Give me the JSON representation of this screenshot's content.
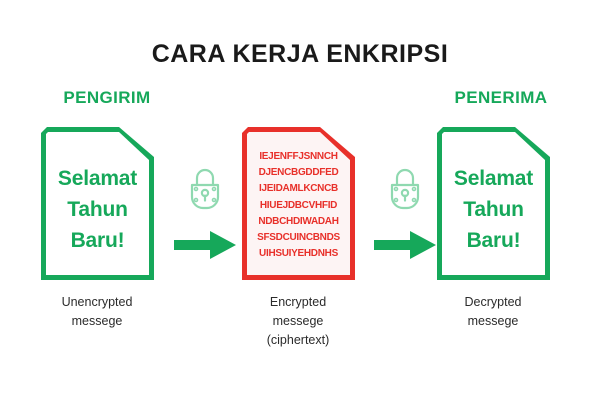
{
  "infographic": {
    "title": "CARA KERJA ENKRIPSI",
    "background_color": "#ffffff",
    "accent_green": "#16a85a",
    "accent_red": "#e8302a",
    "title_color": "#1a1a1a",
    "caption_color": "#2b2b2b"
  },
  "columns": {
    "sender_label": "PENGIRIM",
    "receiver_label": "PENERIMA"
  },
  "documents": {
    "plaintext_left": {
      "line1": "Selamat",
      "line2": "Tahun",
      "line3": "Baru!",
      "color": "#16a85a"
    },
    "ciphertext": {
      "lines": [
        "IEJENFFJSNNCH",
        "DJENCBGDDFED",
        "IJEIDAMLKCNCB",
        "HIUEJDBCVHFID",
        "NDBCHDIWADAH",
        "SFSDCUINCBNDS",
        "UIHSUIYEHDNHS"
      ],
      "color": "#e8302a"
    },
    "plaintext_right": {
      "line1": "Selamat",
      "line2": "Tahun",
      "line3": "Baru!",
      "color": "#16a85a"
    }
  },
  "captions": {
    "left": {
      "line1": "Unencrypted",
      "line2": "messege",
      "line3": ""
    },
    "center": {
      "line1": "Encrypted",
      "line2": "messege",
      "line3": "(ciphertext)"
    },
    "right": {
      "line1": "Decrypted",
      "line2": "messege",
      "line3": ""
    }
  },
  "steps": {
    "encrypt": {
      "lock_icon": "padlock-icon",
      "arrow_icon": "arrow-right-icon",
      "lock_color": "#8fd9b0",
      "arrow_color": "#16a85a"
    },
    "decrypt": {
      "lock_icon": "padlock-icon",
      "arrow_icon": "arrow-right-icon",
      "lock_color": "#8fd9b0",
      "arrow_color": "#16a85a"
    }
  }
}
